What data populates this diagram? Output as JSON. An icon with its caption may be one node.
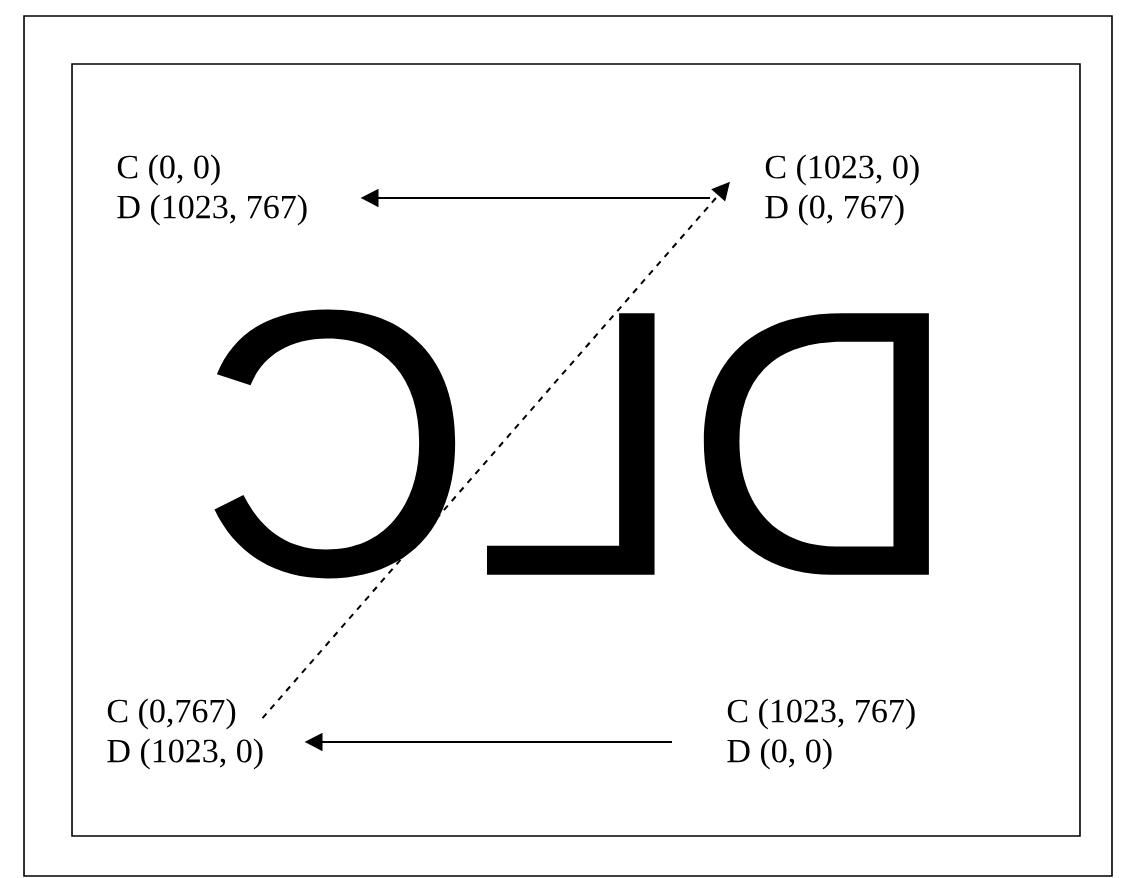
{
  "diagram": {
    "nodes": [
      {
        "text": [
          "C (0, 0)",
          "D (1023, 767)"
        ]
      },
      {
        "text": [
          "C (1023, 0)",
          "D (0, 767)"
        ]
      },
      {
        "text": [
          "C (0,767)",
          "D (1023, 0)"
        ]
      },
      {
        "text": [
          "C (1023, 767)",
          "D (0, 0)"
        ]
      }
    ],
    "edges": [
      {
        "from": 1,
        "to": 0,
        "arrow": "to"
      },
      {
        "from": 3,
        "to": 2,
        "arrow": "to"
      },
      {
        "from": 2,
        "to": 1,
        "arrow": "to",
        "style": "dashed"
      }
    ],
    "labels": [
      "DLC"
    ]
  }
}
